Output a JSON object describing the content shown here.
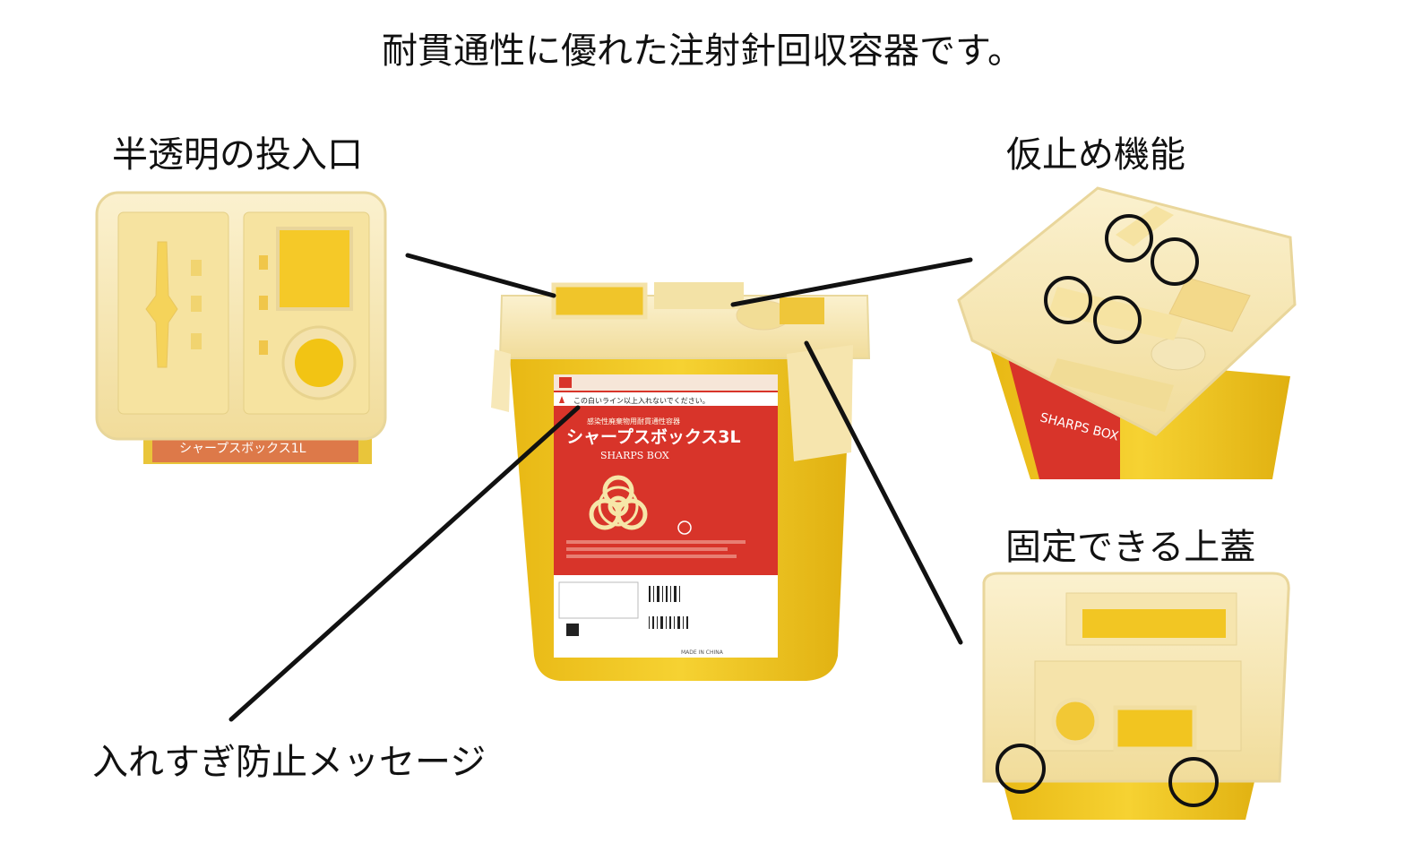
{
  "title": "耐貫通性に優れた注射針回収容器です。",
  "callouts": {
    "top_left": "半透明の投入口",
    "top_right": "仮止め機能",
    "mid_right": "固定できる上蓋",
    "bottom_left": "入れすぎ防止メッセージ"
  },
  "product_label": {
    "warning_line": "この白いライン以上入れないでください。",
    "subtitle": "感染性廃棄物用耐貫通性容器",
    "product_name_jp": "シャープスボックス3L",
    "product_name_en": "SHARPS BOX",
    "thumb_name_jp": "シャープスボックス1L",
    "thumb_name_en": "SHARPS BOX",
    "made_in": "MADE IN CHINA"
  },
  "colors": {
    "container_yellow": "#f2c81e",
    "lid_translucent": "#f7e9b6",
    "label_red": "#d8342a",
    "callout_line": "#111111"
  },
  "icons": [
    "biohazard-icon",
    "warning-icon",
    "recycle-icon",
    "barcode-icon"
  ]
}
